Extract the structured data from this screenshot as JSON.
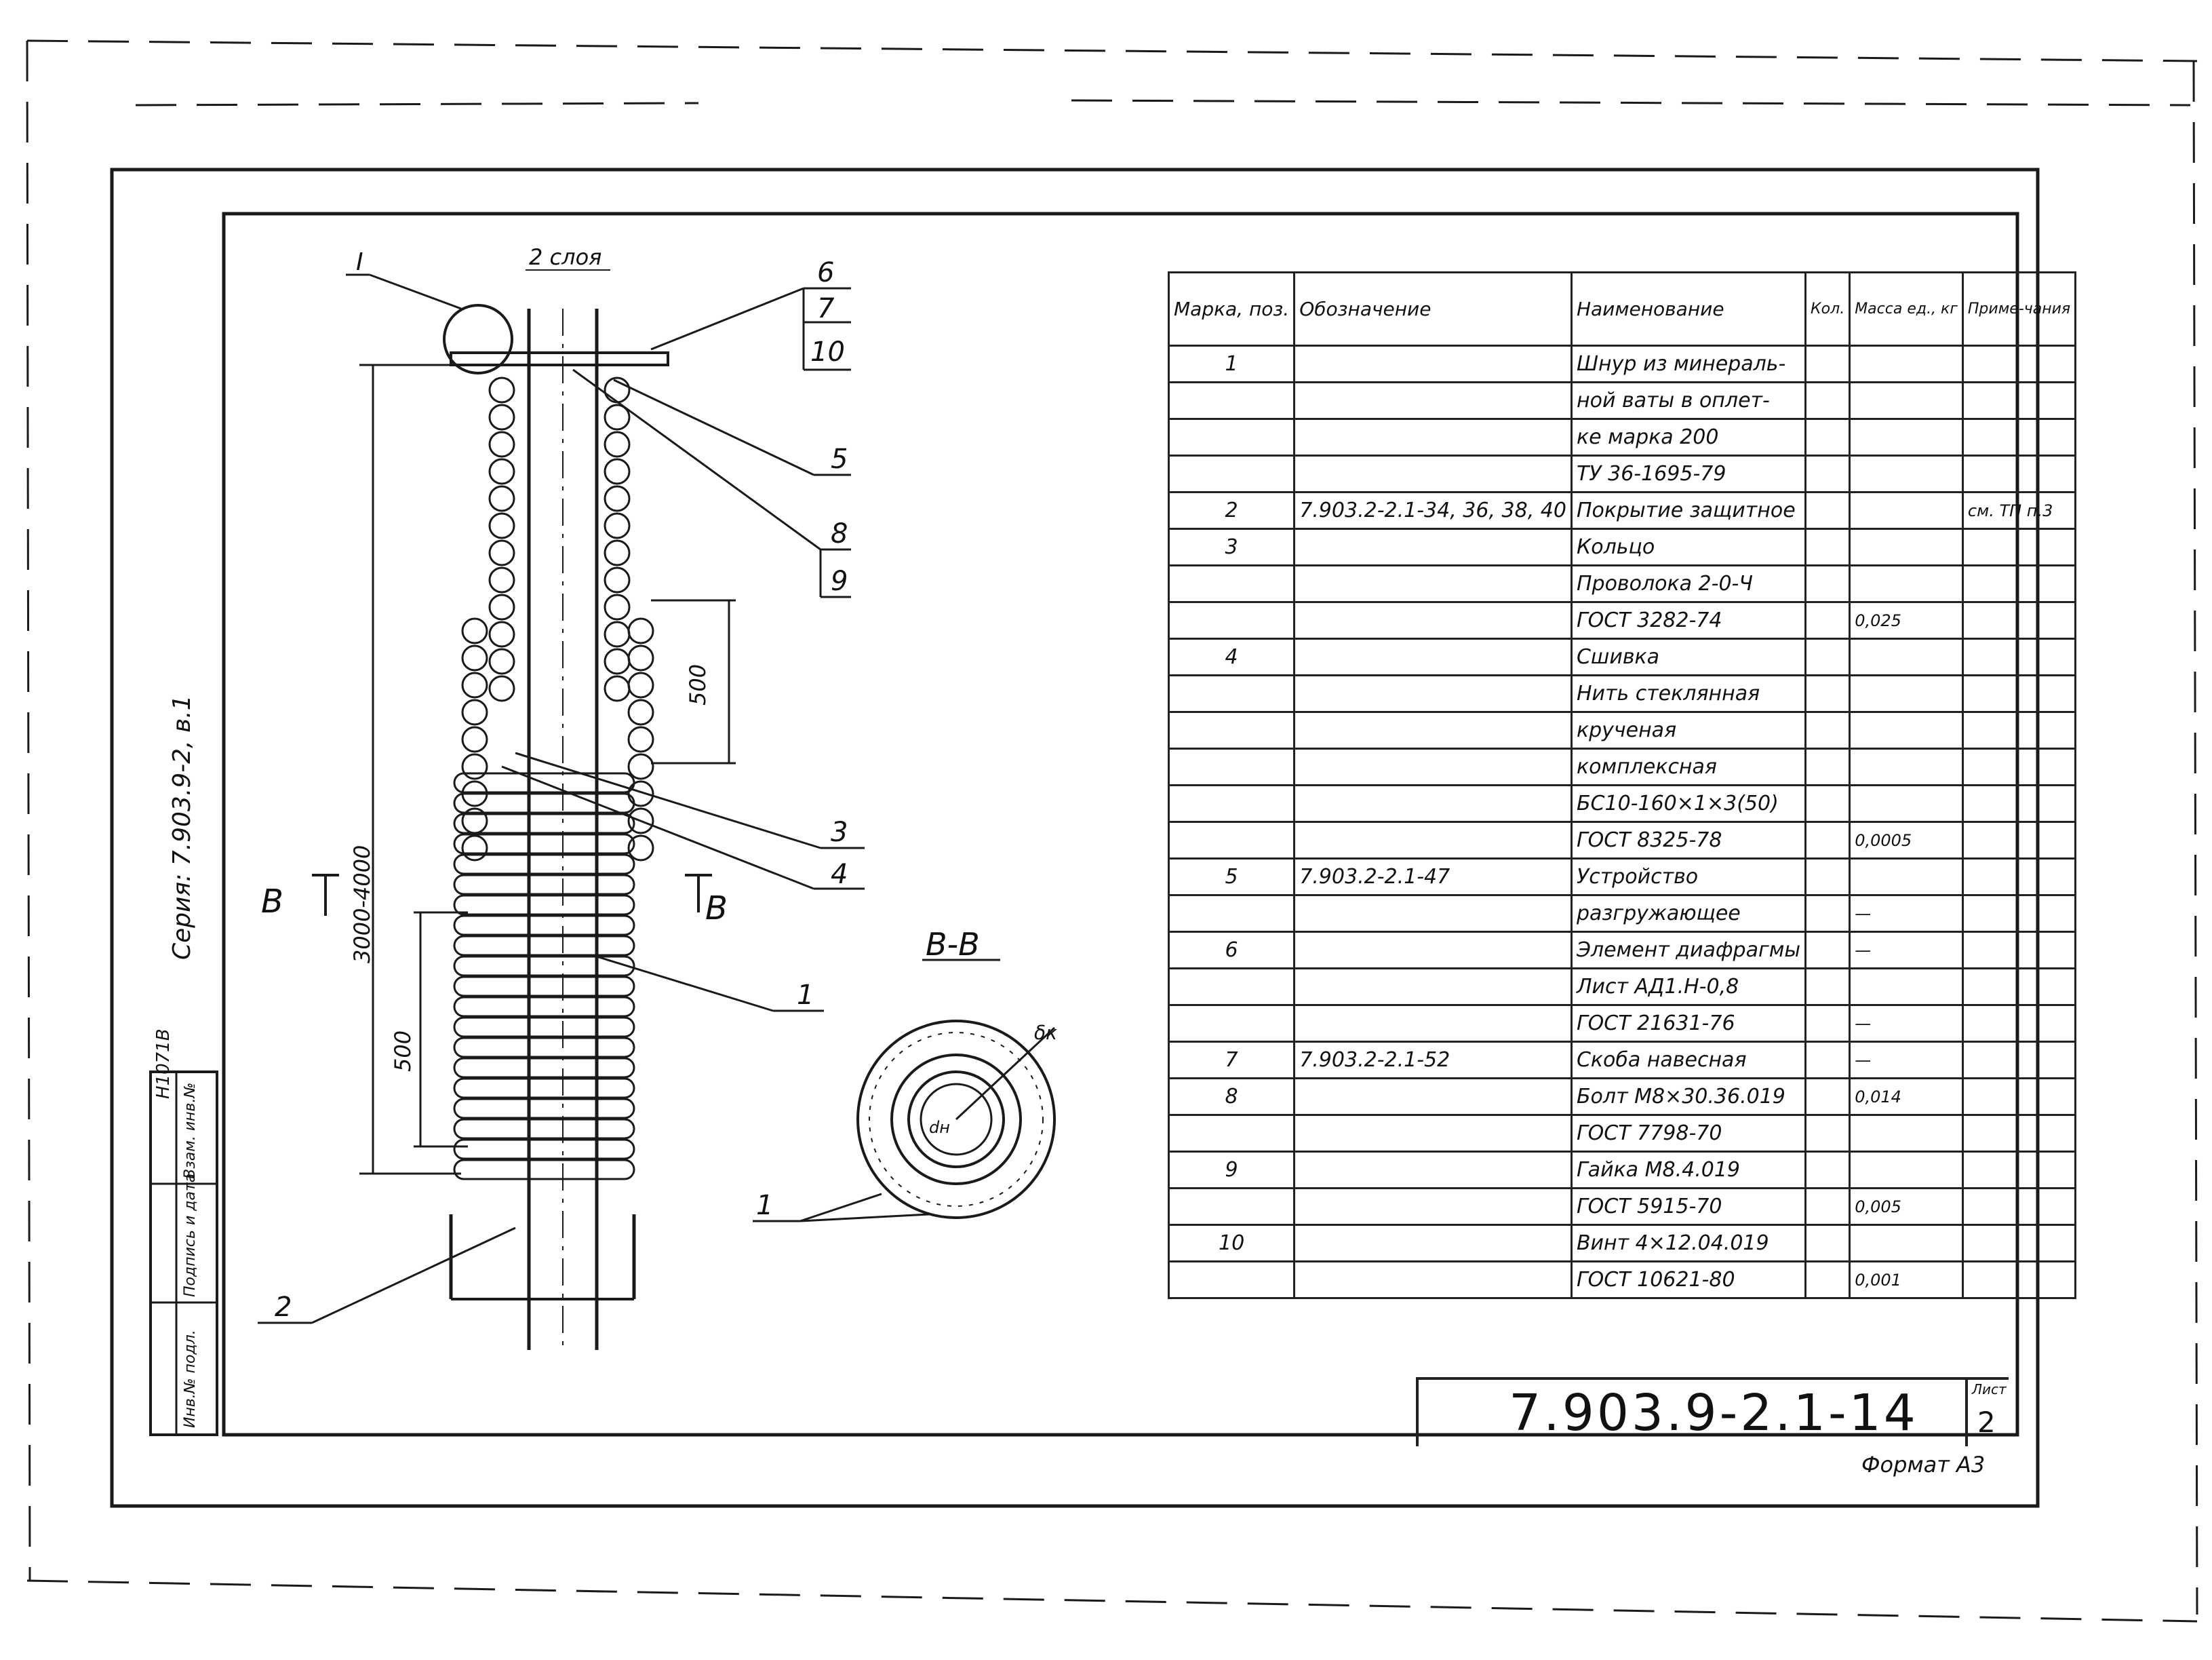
{
  "drawing": {
    "callout_layers": "2 слоя",
    "callout_detail": "I",
    "leader_labels": [
      "6",
      "7",
      "10",
      "5",
      "8",
      "9",
      "3",
      "4",
      "1",
      "2"
    ],
    "dim_500_top": "500",
    "dim_500_bottom": "500",
    "dim_length": "3000-4000",
    "section_mark_left": "В",
    "section_mark_right": "В",
    "section_title": "В-В",
    "section_label_dk": "δк",
    "section_label_dn": "dн",
    "section_leader": "1"
  },
  "side_block": {
    "series": "Серия: 7.903.9-2, в.1",
    "inventory_code": "Н1071В",
    "col_inv": "Инв.№ подл.",
    "col_sign": "Подпись и дата",
    "col_vzam": "Взам. инв.№"
  },
  "spec_table": {
    "headers": [
      "Марка, поз.",
      "Обозначение",
      "Наименование",
      "Кол.",
      "Масса ед., кг",
      "Приме-чания"
    ],
    "rows": [
      [
        "1",
        "",
        "Шнур из минераль-",
        "",
        "",
        ""
      ],
      [
        "",
        "",
        "ной ваты в оплет-",
        "",
        "",
        ""
      ],
      [
        "",
        "",
        "ке марка 200",
        "",
        "",
        ""
      ],
      [
        "",
        "",
        "ТУ 36-1695-79",
        "",
        "",
        ""
      ],
      [
        "2",
        "7.903.2-2.1-34, 36, 38, 40",
        "Покрытие защитное",
        "",
        "",
        "см. ТП п.3"
      ],
      [
        "3",
        "",
        "Кольцо",
        "",
        "",
        ""
      ],
      [
        "",
        "",
        "Проволока 2-0-Ч",
        "",
        "",
        ""
      ],
      [
        "",
        "",
        "ГОСТ 3282-74",
        "",
        "0,025",
        ""
      ],
      [
        "4",
        "",
        "Сшивка",
        "",
        "",
        ""
      ],
      [
        "",
        "",
        "Нить стеклянная",
        "",
        "",
        ""
      ],
      [
        "",
        "",
        "крученая",
        "",
        "",
        ""
      ],
      [
        "",
        "",
        "комплексная",
        "",
        "",
        ""
      ],
      [
        "",
        "",
        "БС10-160×1×3(50)",
        "",
        "",
        ""
      ],
      [
        "",
        "",
        "ГОСТ 8325-78",
        "",
        "0,0005",
        ""
      ],
      [
        "5",
        "7.903.2-2.1-47",
        "Устройство",
        "",
        "",
        ""
      ],
      [
        "",
        "",
        "разгружающее",
        "",
        "—",
        ""
      ],
      [
        "6",
        "",
        "Элемент диафрагмы",
        "",
        "—",
        ""
      ],
      [
        "",
        "",
        "Лист АД1.Н-0,8",
        "",
        "",
        ""
      ],
      [
        "",
        "",
        "ГОСТ 21631-76",
        "",
        "—",
        ""
      ],
      [
        "7",
        "7.903.2-2.1-52",
        "Скоба навесная",
        "",
        "—",
        ""
      ],
      [
        "8",
        "",
        "Болт М8×30.36.019",
        "",
        "0,014",
        ""
      ],
      [
        "",
        "",
        "ГОСТ 7798-70",
        "",
        "",
        ""
      ],
      [
        "9",
        "",
        "Гайка М8.4.019",
        "",
        "",
        ""
      ],
      [
        "",
        "",
        "ГОСТ 5915-70",
        "",
        "0,005",
        ""
      ],
      [
        "10",
        "",
        "Винт 4×12.04.019",
        "",
        "",
        ""
      ],
      [
        "",
        "",
        "ГОСТ 10621-80",
        "",
        "0,001",
        ""
      ]
    ]
  },
  "title_block": {
    "doc_number": "7.903.9-2.1-14",
    "sheet_label": "Лист",
    "sheet_number": "2",
    "format": "Формат А3"
  }
}
